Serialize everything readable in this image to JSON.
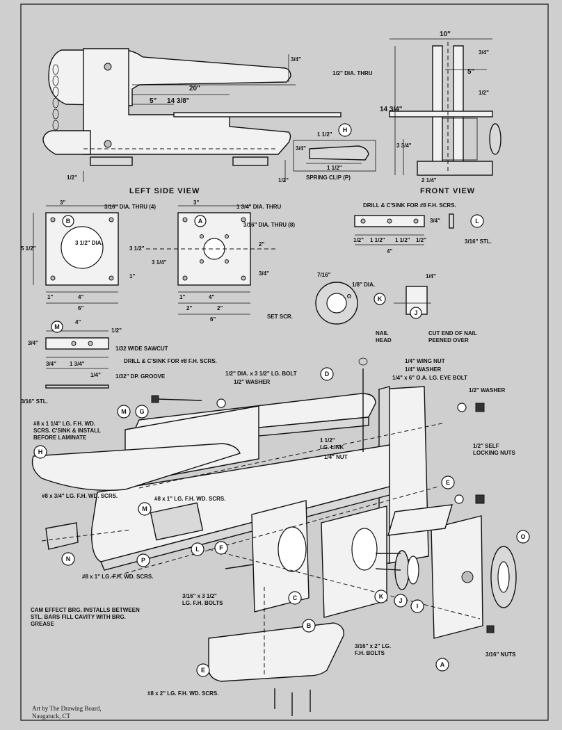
{
  "views": {
    "left_side": "LEFT SIDE VIEW",
    "front": "FRONT VIEW"
  },
  "dims": {
    "d_3_4": "3/4\"",
    "d_20": "20\"",
    "d_14_3_8": "14 3/8\"",
    "d_5": "5\"",
    "d_half_left": "1/2\"",
    "d_half_mid": "1/2\"",
    "d_half_dia_thru": "1/2\" DIA. THRU",
    "d_10": "10\"",
    "d_5_front": "5\"",
    "d_14_3_4": "14 3/4\"",
    "d_1_2_front": "1/2\"",
    "d_3_3_4": "3 3/4\"",
    "d_2_1_4": "2 1/4\"",
    "d_1_2_h": "1 1/2\"",
    "d_3_2": "3/4\"",
    "spring_1_1_2": "1 1/2\"",
    "spring_3_4": "3/4\""
  },
  "spring_clip": "SPRING CLIP (P)",
  "plate_b": {
    "w_3": "3\"",
    "hole_note": "3/16\" DIA. THRU (4)",
    "h_5_1_2": "5 1/2\"",
    "h_3_1_2": "3 1/2\"",
    "dia": "3 1/2\" DIA.",
    "w_1": "1\"",
    "w_4": "4\"",
    "w_6": "6\"",
    "off_1": "1\""
  },
  "plate_a": {
    "w_3": "3\"",
    "hole_1_3_4": "1 3/4\" DIA. THRU",
    "hole_3_16": "3/16\" DIA. THRU (8)",
    "h_3_1_4": "3 1/4\"",
    "h_2": "2\"",
    "h_3_4": "3/4\"",
    "w_1": "1\"",
    "w_4": "4\"",
    "w_2a": "2\"",
    "w_2b": "2\"",
    "w_6": "6\""
  },
  "bar_l": {
    "note": "DRILL & C'SINK FOR #8 F.H. SCRS.",
    "h_3_4": "3/4\"",
    "s1": "1/2\"",
    "s2": "1 1/2\"",
    "s3": "1 1/2\"",
    "s4": "1/2\"",
    "len": "4\"",
    "stl": "3/16\" STL."
  },
  "collar": {
    "w": "7/16\"",
    "dia": "1/8\" DIA.",
    "set_scr": "SET SCR.",
    "quarter": "1/4\"",
    "nail_head": "NAIL HEAD",
    "cut_end": "CUT END OF NAIL PEENED OVER"
  },
  "bar_m": {
    "len": "4\"",
    "half": "1/2\"",
    "h": "3/4\"",
    "sawcut": "1/32 WIDE SAWCUT",
    "drill": "DRILL & C'SINK FOR #8 F.H. SCRS.",
    "d1": "3/4\"",
    "d2": "1 3/4\"",
    "d3": "1/4\"",
    "groove": "1/32\" DP. GROOVE",
    "stl": "3/16\" STL."
  },
  "labels": {
    "bolt": "1/2\" DIA. x 3 1/2\" LG. BOLT",
    "washer_top": "1/2\" WASHER",
    "wing_nut": "1/4\" WING NUT",
    "washer_14": "1/4\" WASHER",
    "eye_bolt": "1/4\" x 6\" O.A. LG. EYE BOLT",
    "washer_right": "1/2\" WASHER",
    "self_lock": "1/2\" SELF LOCKING NUTS",
    "link": "1 1/2\" LG. LINK",
    "nut_14": "1/4\" NUT",
    "scr_8_1_14": "#8 x 1 1/4\" LG. F.H. WD. SCRS. C'SINK & INSTALL BEFORE LAMINATE",
    "scr_8_3_4": "#8 x 3/4\" LG. F.H. WD. SCRS.",
    "scr_8_1a": "#8 x 1\" LG. F.H. WD. SCRS.",
    "scr_8_1b": "#8 x 1\" LG. F.H. WD. SCRS.",
    "bolts_3_16_3_1_2": "3/16\" x 3 1/2\" LG. F.H. BOLTS",
    "cam_note": "CAM EFFECT BRG. INSTALLS BETWEEN STL. BARS FILL CAVITY WITH BRG. GREASE",
    "bolts_3_16_2": "3/16\" x 2\" LG. F.H. BOLTS",
    "nuts_3_16": "3/16\" NUTS",
    "scr_8_2": "#8 x 2\" LG. F.H. WD. SCRS."
  },
  "callouts": [
    "A",
    "B",
    "C",
    "D",
    "E",
    "F",
    "G",
    "H",
    "I",
    "J",
    "K",
    "L",
    "M",
    "N",
    "O",
    "P"
  ],
  "credit": [
    "Art by The Drawing Board,",
    "Naugatuck, CT"
  ]
}
